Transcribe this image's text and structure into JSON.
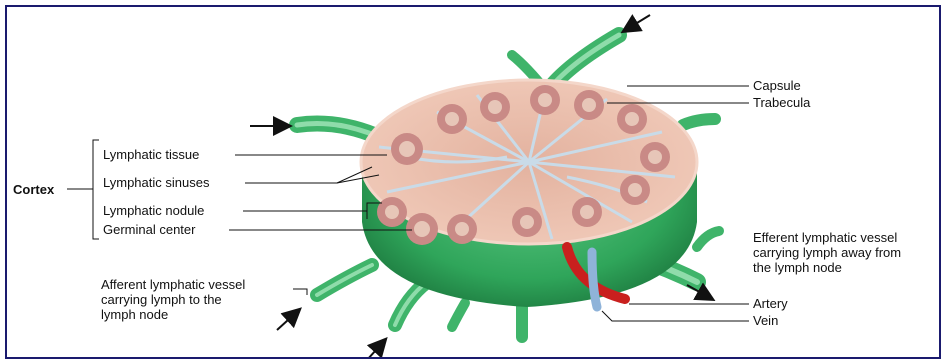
{
  "colors": {
    "node_green": "#2fa55a",
    "node_green_dark": "#1d7a3f",
    "node_green_light": "#5fc985",
    "cut_surface": "#e8b9a8",
    "nodule": "#c98a86",
    "germinal": "#e7c6b8",
    "sinus": "#c9dbe8",
    "artery": "#c9201e",
    "vein": "#8fb3d9",
    "frame_border": "#1a1a6e"
  },
  "labels": {
    "cortex": "Cortex",
    "lymphatic_tissue": "Lymphatic tissue",
    "lymphatic_sinuses": "Lymphatic sinuses",
    "lymphatic_nodule": "Lymphatic nodule",
    "germinal_center": "Germinal center",
    "afferent_vessel": [
      "Afferent lymphatic vessel",
      "carrying lymph to the",
      "lymph node"
    ],
    "capsule": "Capsule",
    "trabecula": "Trabecula",
    "efferent_vessel": [
      "Efferent lymphatic vessel",
      "carrying lymph away from",
      "the lymph node"
    ],
    "artery": "Artery",
    "vein": "Vein"
  },
  "icons": {
    "flow_arrow": "arrow-icon"
  }
}
